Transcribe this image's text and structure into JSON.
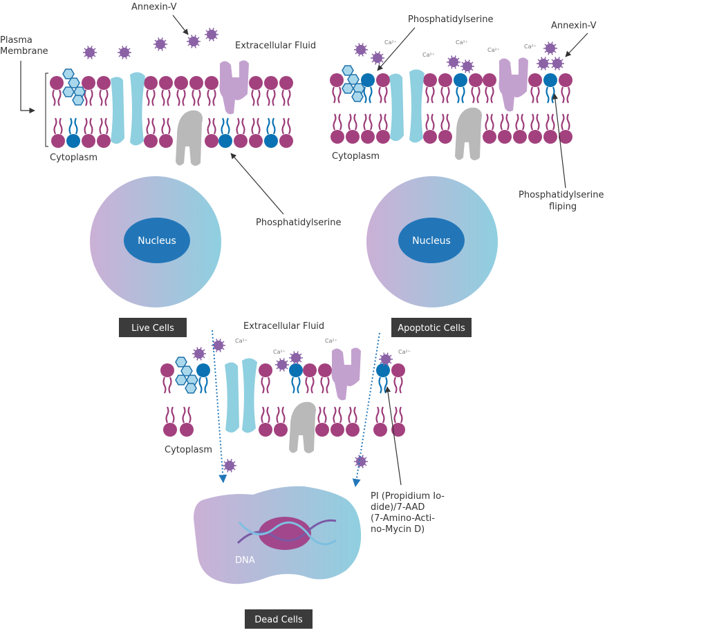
{
  "colors": {
    "head_magenta": "#a3417e",
    "tail_magenta": "#9b3a78",
    "head_blue": "#0a72b3",
    "protein_cyan": "#8ecfe0",
    "protein_lilac": "#c3a1cf",
    "protein_gray": "#b9b9b9",
    "annexin": "#8b62a6",
    "label_box": "#3b3b3b",
    "nucleus": "#2276b8",
    "arrow": "#333333"
  },
  "live": {
    "annexin_label": "Annexin-V",
    "membrane_label_line1": "Plasma",
    "membrane_label_line2": "Membrane",
    "extracellular_label": "Extracellular Fluid",
    "cytoplasm_label": "Cytoplasm",
    "ps_label": "Phosphatidylserine",
    "nucleus_label": "Nucleus",
    "box_label": "Live Cells"
  },
  "apoptotic": {
    "ps_label": "Phosphatidylserine",
    "annexin_label": "Annexin-V",
    "calcium_label": "Ca²⁺",
    "cytoplasm_label": "Cytoplasm",
    "flip_label_line1": "Phosphatidylserine",
    "flip_label_line2": "fliping",
    "nucleus_label": "Nucleus",
    "box_label": "Apoptotic Cells"
  },
  "dead": {
    "extracellular_label": "Extracellular Fluid",
    "calcium_label": "Ca²⁺",
    "cytoplasm_label": "Cytoplasm",
    "pi_label_line1": "PI (Propidium Io-",
    "pi_label_line2": "dide)/7-AAD",
    "pi_label_line3": "(7-Amino-Acti-",
    "pi_label_line4": "no-Mycin D)",
    "dna_label": "DNA",
    "box_label": "Dead Cells"
  }
}
